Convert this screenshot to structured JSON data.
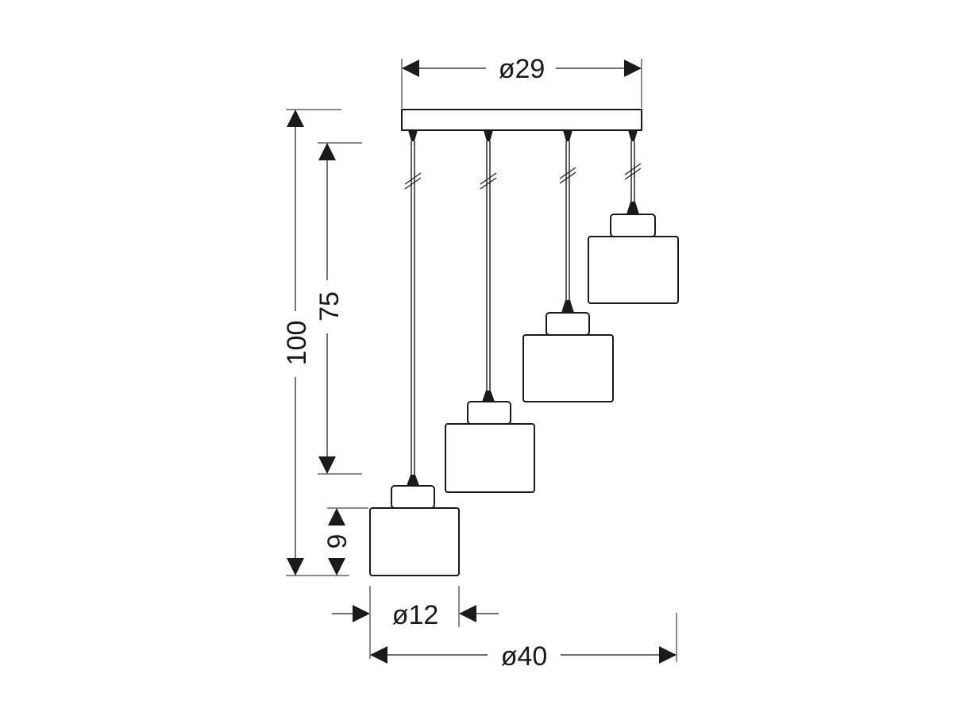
{
  "dimensions": {
    "canopy_diameter": "ø29",
    "total_height": "100",
    "cord_length": "75",
    "shade_height": "9",
    "shade_diameter": "ø12",
    "total_width": "ø40"
  },
  "colors": {
    "line": "#1a1a1a",
    "background": "#ffffff"
  }
}
